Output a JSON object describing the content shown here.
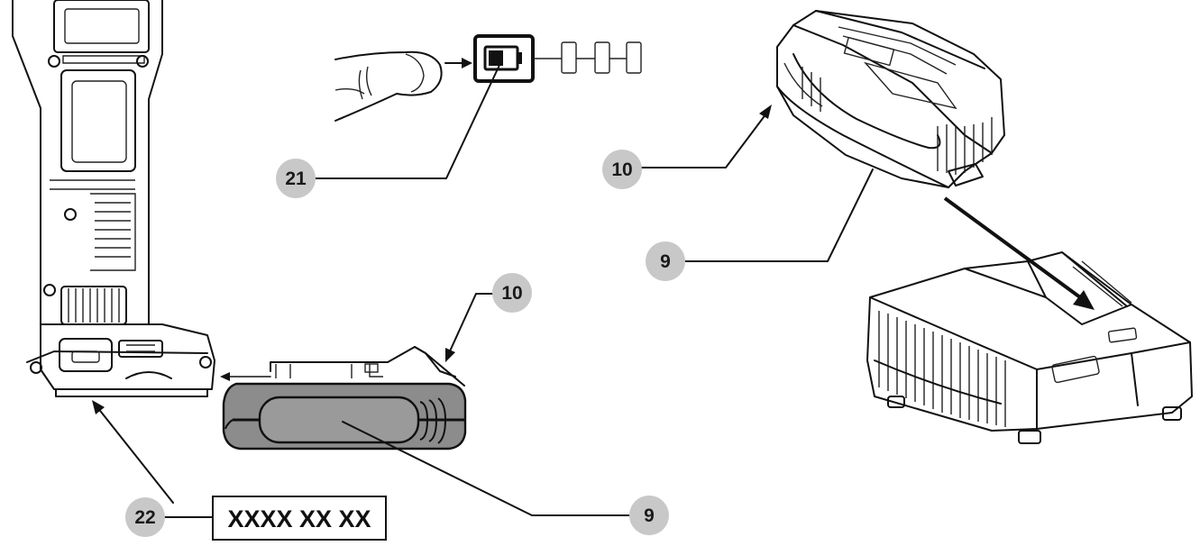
{
  "callouts": {
    "c21": "21",
    "c10_top": "10",
    "c9_top": "9",
    "c10_bottom": "10",
    "c9_bottom": "9",
    "c22": "22"
  },
  "date_code_box": "XXXX XX XX",
  "colors": {
    "callout_fill": "#c8c8c8",
    "line": "#111111",
    "battery_gray": "#8c8c8c"
  },
  "icons": [
    "finger-icon",
    "battery-gauge-icon",
    "fuel-gauge-bars-icon",
    "tool-body",
    "battery-pack",
    "charger"
  ]
}
